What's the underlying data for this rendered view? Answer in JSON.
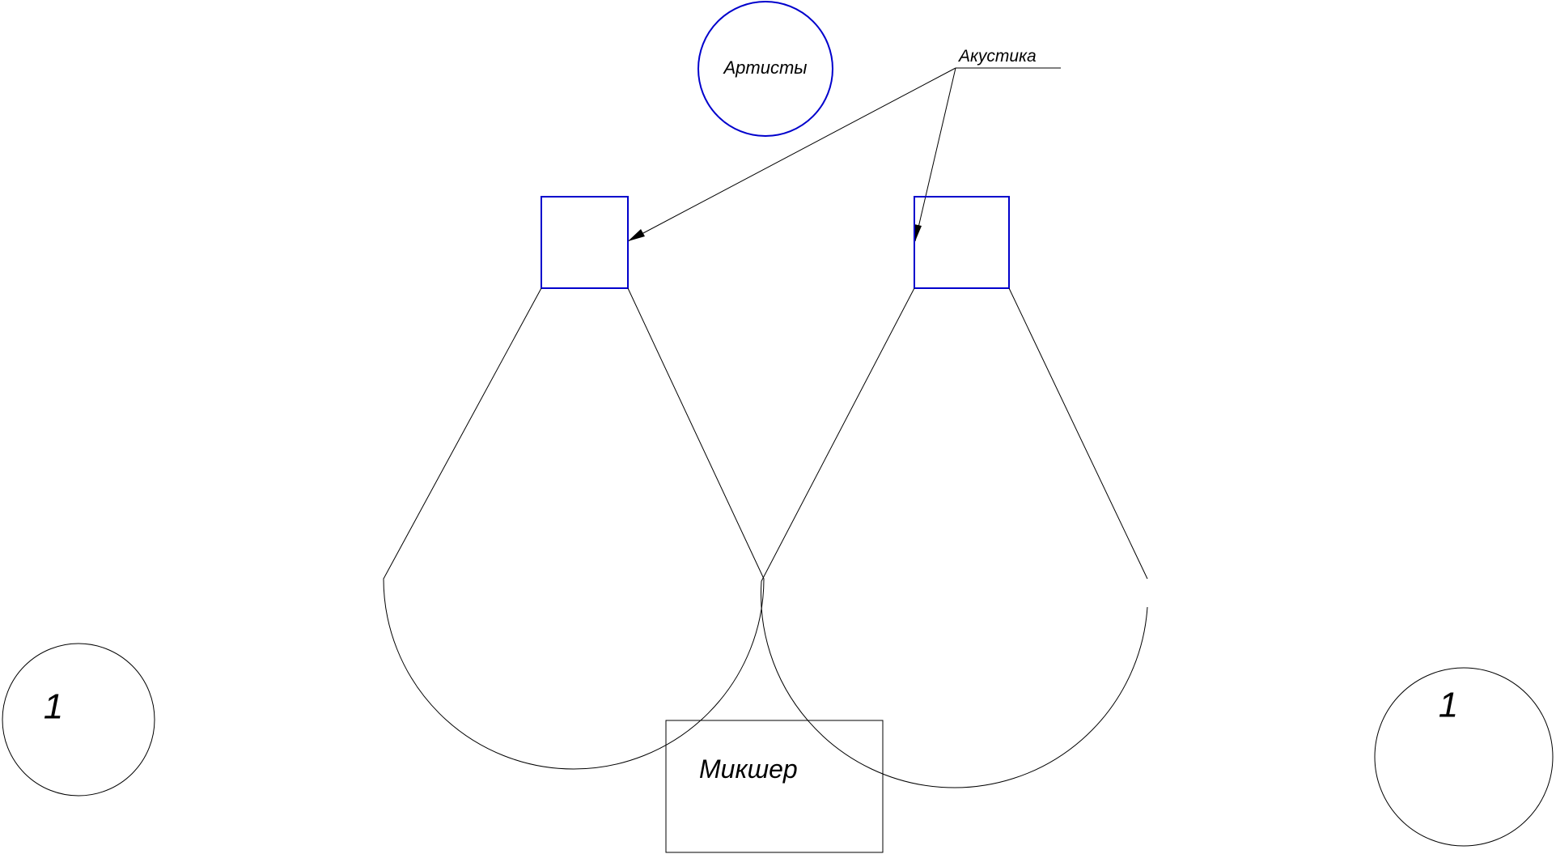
{
  "labels": {
    "artists": "Артисты",
    "acoustics": "Акустика",
    "mixer": "Микшер",
    "zone_left": "1",
    "zone_right": "1"
  },
  "colors": {
    "stage_elements": "#0000cc",
    "lines": "#000000",
    "background": "#ffffff"
  }
}
